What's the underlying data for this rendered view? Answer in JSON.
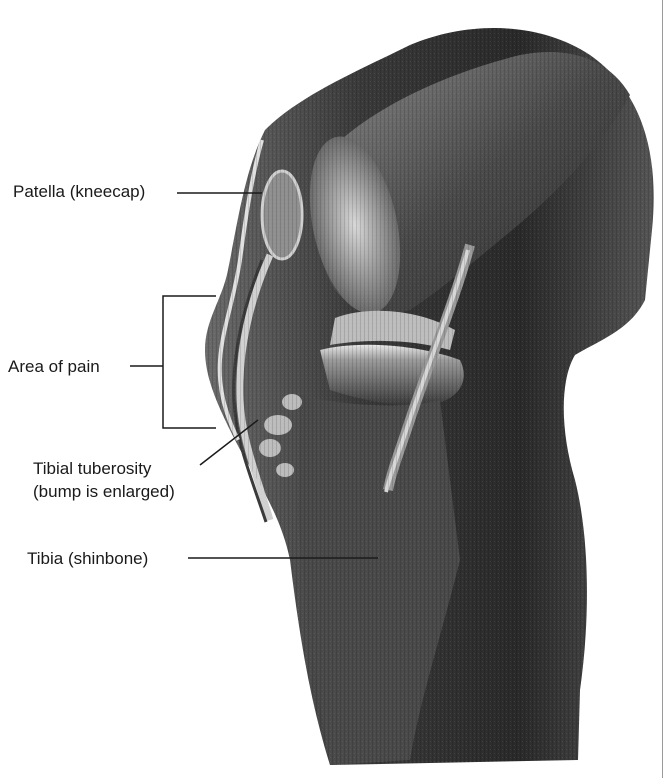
{
  "figure": {
    "labels": {
      "patella": "Patella (kneecap)",
      "area_of_pain": "Area of pain",
      "tibial_tuberosity_line1": "Tibial tuberosity",
      "tibial_tuberosity_line2": "(bump is enlarged)",
      "tibia": "Tibia (shinbone)"
    },
    "colors": {
      "background": "#ffffff",
      "tissue_dark": "#2b2b2b",
      "tissue_mid": "#6b6b6b",
      "bone_light": "#d9d9d9",
      "text": "#1a1a1a"
    }
  }
}
